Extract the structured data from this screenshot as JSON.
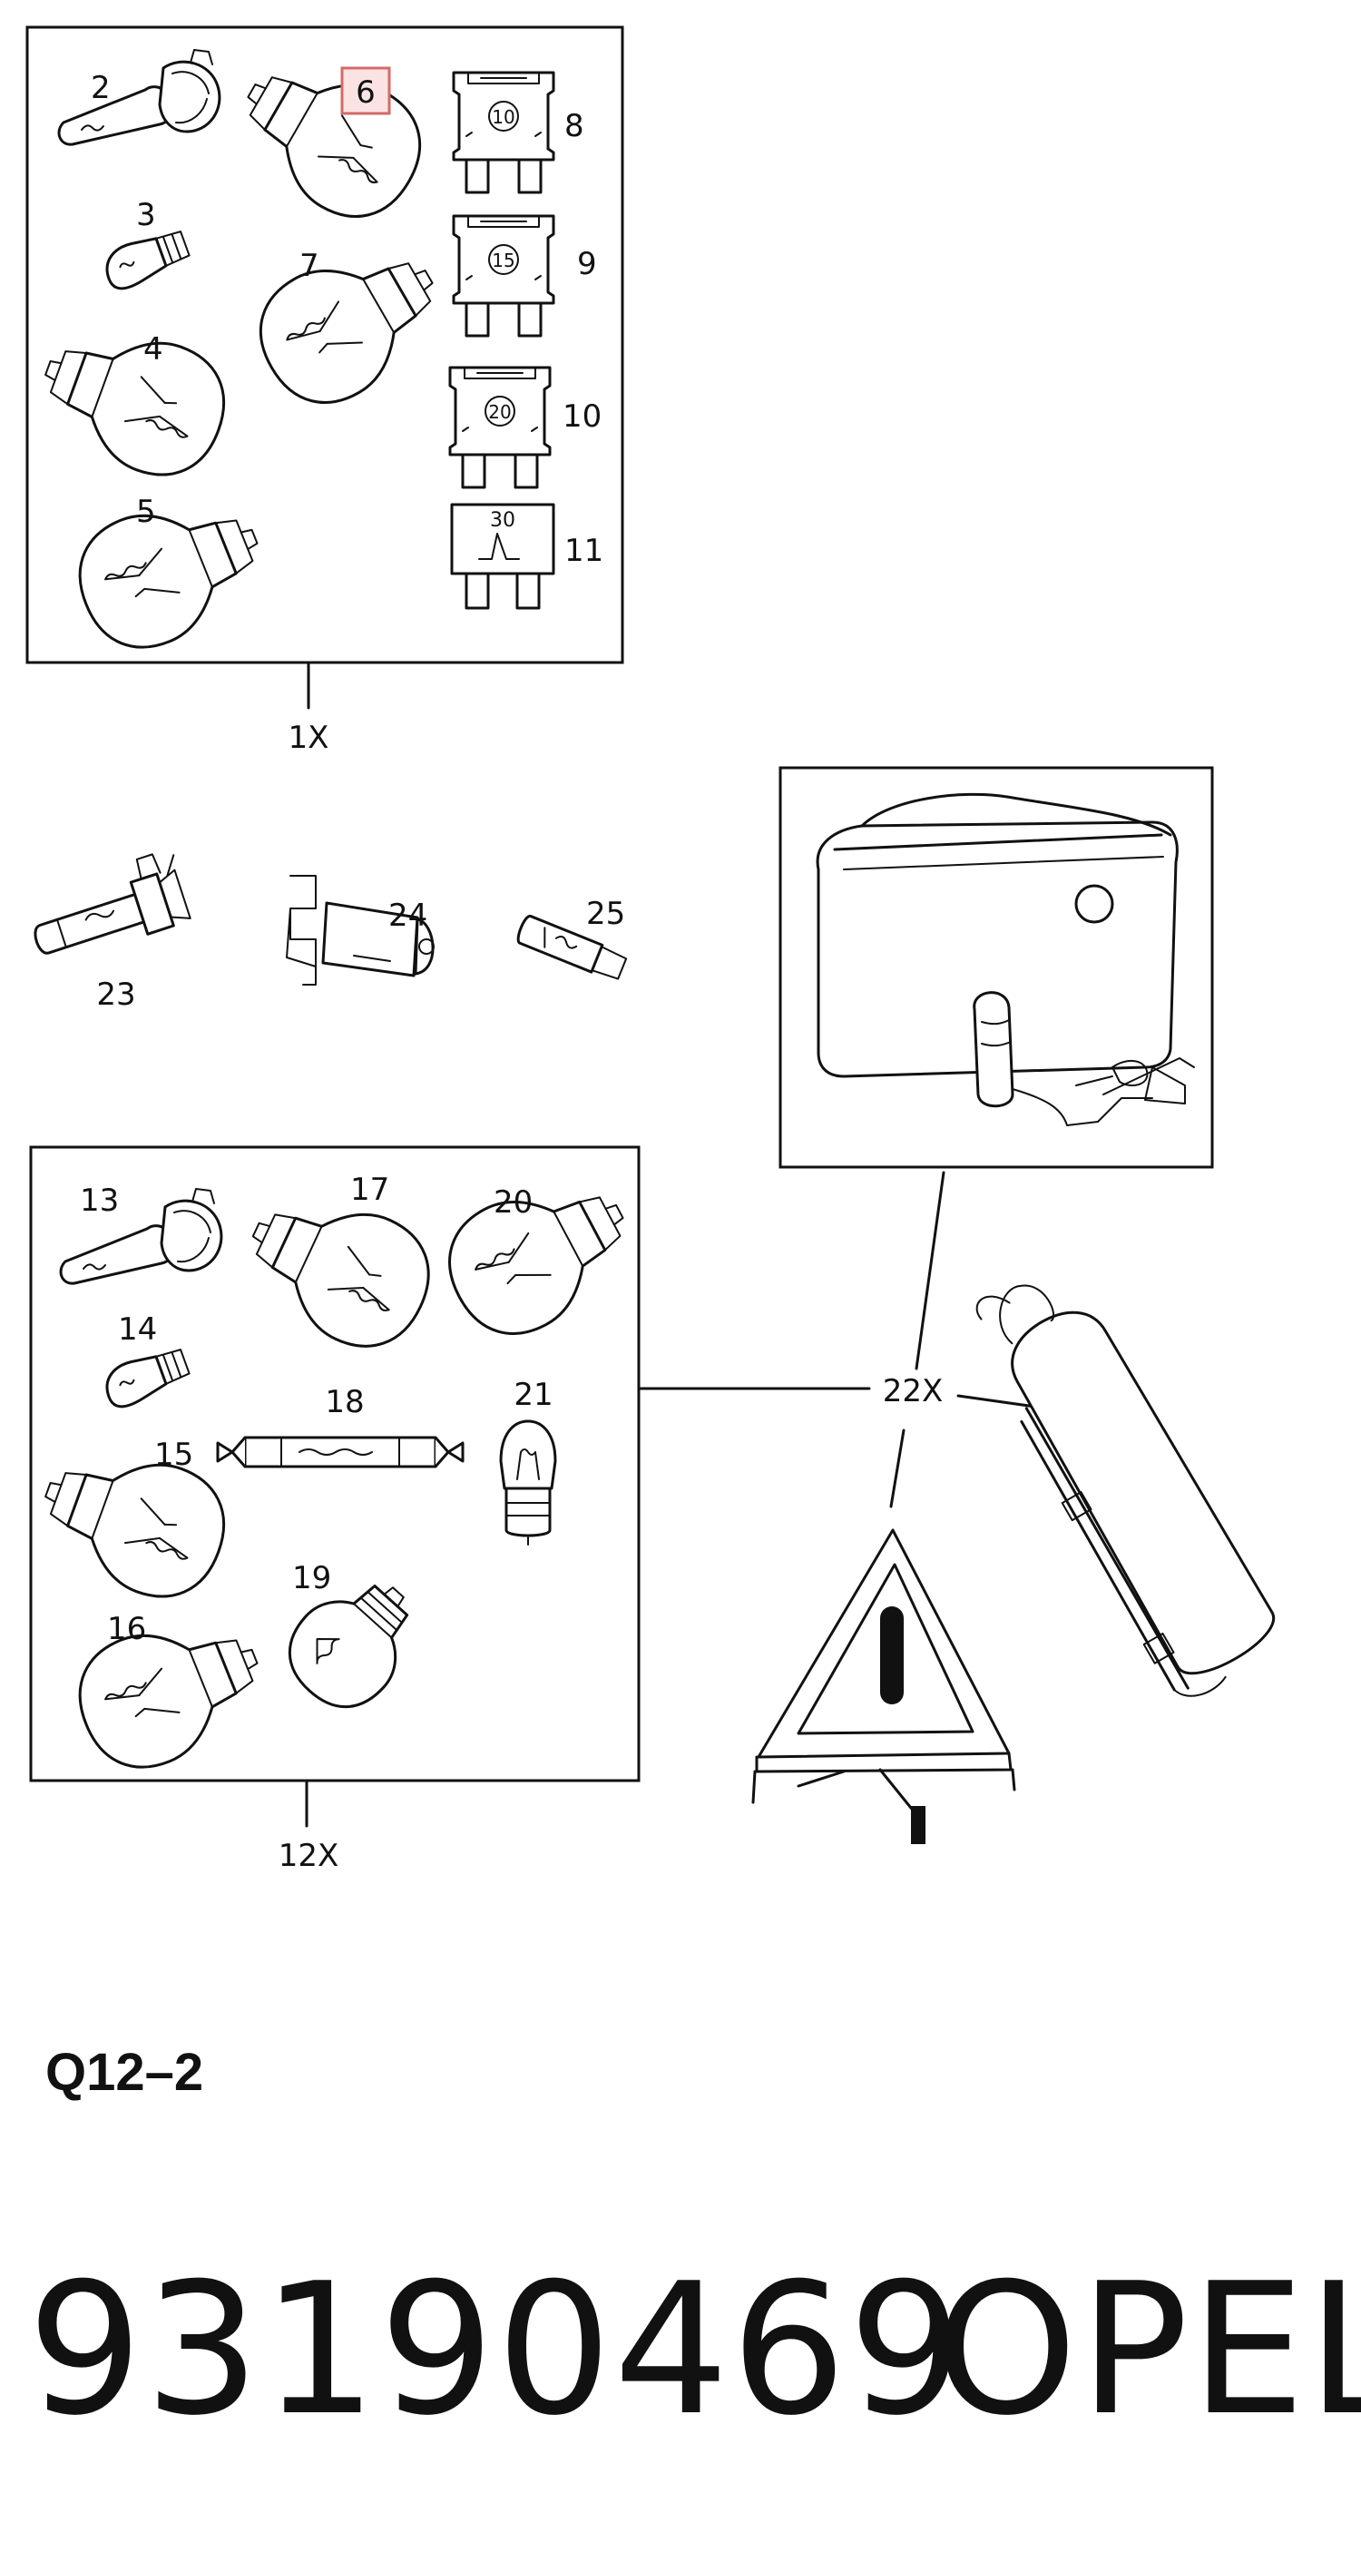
{
  "diagram": {
    "highlighted_callout": "6",
    "highlight_color": "#d46a6a",
    "groups": [
      {
        "id": "group-1x",
        "label": "1X",
        "callouts": [
          "2",
          "3",
          "4",
          "5",
          "6",
          "7",
          "8",
          "9",
          "10",
          "11"
        ]
      },
      {
        "id": "group-12x",
        "label": "12X",
        "callouts": [
          "13",
          "14",
          "15",
          "16",
          "17",
          "18",
          "19",
          "20",
          "21"
        ]
      },
      {
        "id": "group-22x",
        "label": "22X",
        "items": [
          "first-aid-kit",
          "warning-triangle",
          "fire-extinguisher"
        ]
      }
    ],
    "loose_callouts": [
      "23",
      "24",
      "25"
    ],
    "callouts": {
      "c2": "2",
      "c3": "3",
      "c4": "4",
      "c5": "5",
      "c6": "6",
      "c7": "7",
      "c8": "8",
      "c9": "9",
      "c10": "10",
      "c11": "11",
      "c13": "13",
      "c14": "14",
      "c15": "15",
      "c16": "16",
      "c17": "17",
      "c18": "18",
      "c19": "19",
      "c20": "20",
      "c21": "21",
      "c23": "23",
      "c24": "24",
      "c25": "25"
    },
    "fuse_ratings": {
      "f8": "10",
      "f9": "15",
      "f10": "20",
      "f11": "30"
    },
    "group_labels": {
      "g1": "1X",
      "g12": "12X",
      "g22": "22X"
    }
  },
  "page_code": "Q12–2",
  "part_number": "93190469",
  "brand": "OPEL"
}
